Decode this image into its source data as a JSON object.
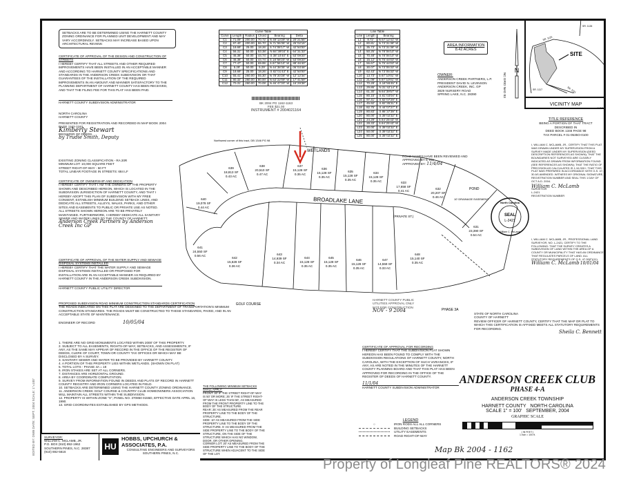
{
  "setbacks_note": "Setbacks are to be determined using the Harnett County Zoning Ordinance for Planned Unit Development and may vary accordingly. Setbacks may increase based upon architectural review.",
  "cert_streets": {
    "heading": "Certificate of approval of the design and construction of streets",
    "body": "I hereby certify that all streets and other required improvements have been installed in an acceptable manner and according to Harnett County specifications and standards in the Anderson Creek subdivision or that guarantees of the installation of the required improvements in an amount and manner satisfactory to the planning department of Harnett County has been received, and that the filing fee for this plat has been paid.",
    "signer": "Harnett County Subdivision Administrator"
  },
  "registration": {
    "state": "North Carolina",
    "county": "Harnett County",
    "text": "Presented for registration and recorded in Map Book 2004 Page 1162-1163",
    "register": "Register of Deeds",
    "signature": "Kimberly Stewart",
    "deputy": "by Trudie Smith, Deputy"
  },
  "zoning": [
    "Existing zoning classification - RA 20R",
    "Minimum lot: 10,000 square feet",
    "Street right-of-way - 50 ft",
    "Total linear footage in streets: 684 LF"
  ],
  "cert_ownership": {
    "heading": "Certificate of ownership and dedication",
    "body": "I hereby certify that I am the owners of the property shown and described hereon, which is located in the subdivision jurisdiction of Harnett County, and that I hereby adopt this plan of subdivision with my free consent, establish minimum building setback lines, and dedicate all streets, alleys, walks, parks, and other sites and easements to public or private use as noted. All streets shown hereon are to be privately maintained. Furthermore, I hereby dedicate all sanitary sewer and water lines to the county of Harnett.",
    "signature": "Anderson Creek Partners by Anderson Creek Inc GP"
  },
  "cert_water": {
    "heading": "Certificate of approval of the water supply and sewage disposal systems installed",
    "body": "I hereby certify that the water supply and sewage disposal systems installed or proposed for installation are in an acceptable manner as required by Harnett County in the Anderson Creek subdivision.",
    "signer": "Harnett County Public Utility Director"
  },
  "road_standards": {
    "heading": "Proposed subdivision road minimum construction standards certification",
    "body": "The roads indicated on this plat are designed to the Department of Transportation's minimum construction standards. The roads must be constructed to these standards, paved, and in an acceptable state of maintenance.",
    "signer": "Engineer of record",
    "date": "10/05/04"
  },
  "notes": [
    "1. There are no grid monuments located within 2000' of this property.",
    "2. Subject to all easements, rights-of-way, setbacks, and assessments, if any, as the same may appear of record in the office of the Register of Deeds, clerk of court, town or county tax offices or which may be disclosed by a survey.",
    "3. Sanitary sewer and water to be provided by Harnett County.",
    "4. A portion of this property lies within wetlands. (Shown on plat)",
    "5. Total lots - Phase 4A = 18",
    "6. Iron stakes are set at all corners.",
    "7. Distances are horizontal ground.",
    "8. Area by coordinate computation.",
    "9. Survey from information found in deeds and plats of record in Harnett County Registry and iron corners located in field.",
    "10. Setbacks are determined using the Harnett County zoning ordinance.",
    "11. Anderson Creek golf course & country club homeowners association will maintain all streets within the subdivision.",
    "12. Property is within Zone \"X\", panel no. 370850 0155D, effective date April 16, 1990.",
    "13. Grid coordinates established by GPS methods."
  ],
  "min_setbacks": {
    "heading": "The following minimum setbacks shall apply:",
    "items": [
      "Front: 30' if the street right-of-way is 50' or more; 25' if the street right-of-way is less than 50', as measured from the front property line to the body of the structure.",
      "Rear: 25' as measured from the rear property line to the body of the structure.",
      "Side: 10' as measured from the side property line to the body of the structure. 5' as measured from the side property line to the body of the structure, on the side of the structure which has no window, door, or other opening.",
      "Corner lot: 20' as measured from the side property line to the body of the structure when adjacent to the side of the lot."
    ]
  },
  "curve_table": {
    "title": "Curve Table",
    "headers": [
      "Curve",
      "Length",
      "Radius",
      "Chord",
      "Bearing",
      "Delta"
    ],
    "rows": [
      [
        "C1",
        "71.09'",
        "200.00",
        "70.72'",
        "N 49°13'29\" W",
        "20°21'55\""
      ],
      [
        "C2",
        "87.40'",
        "200.00",
        "86.70'",
        "N 71°55'35\" W",
        "25°02'15\""
      ],
      [
        "C3",
        "18.69'",
        "25.00",
        "18.26'",
        "S 74°08'17\" W",
        "42°50'00\""
      ],
      [
        "C4",
        "56.31'",
        "50.00",
        "53.38'",
        "N 84°39'03\" E",
        "64°31'33\""
      ],
      [
        "C5",
        "46.38'",
        "50.00",
        "44.74'",
        "S 38°10'40\" E",
        "53°09'20\""
      ],
      [
        "C6",
        "46.38'",
        "50.00",
        "44.74'",
        "S 18°58'20\" W",
        "53°09'20\""
      ],
      [
        "C7",
        "77.47'",
        "50.00",
        "69.95'",
        "S 87°56'10\" W",
        "88°46'40\""
      ],
      [
        "C8",
        "5.29'",
        "50.00",
        "5.29'",
        "N 44°38'35\" W",
        "06°03'48\""
      ],
      [
        "C9",
        "18.69'",
        "25.00",
        "18.26'",
        "S 82°01'43\" E",
        "42°50'00\""
      ],
      [
        "C10",
        "55.41'",
        "260.00",
        "55.30'",
        "N 78°20'28\" W",
        "12°12'34\""
      ],
      [
        "C11",
        "80.32'",
        "260.00",
        "80.00'",
        "N 63°22'09\" W",
        "17°41'59\""
      ],
      [
        "C12",
        "70.31'",
        "260.00",
        "70.09'",
        "N 46°47'20\" W",
        "15°29'38\""
      ]
    ]
  },
  "line_table": {
    "title": "Line Table",
    "headers": [
      "Line",
      "Length",
      "Bearing"
    ],
    "rows": [
      [
        "L1",
        "8.72'",
        "N 67°12'41\" W"
      ],
      [
        "L2",
        "80.81'",
        "N 73°31'38\" W"
      ],
      [
        "L3",
        "35.73'",
        "N 73°31'38\" W"
      ],
      [
        "L4",
        "50.25'",
        "N 78°06'10\" W"
      ],
      [
        "L5",
        "70.48'",
        "N 78°06'10\" W"
      ],
      [
        "L6",
        "15.12'",
        "N 75°44'03\" W"
      ],
      [
        "L7",
        "56.67'",
        "N 75°44'03\" W"
      ],
      [
        "L8",
        "30.07'",
        "N 73°05'33\" W"
      ],
      [
        "L9",
        "62.43'",
        "N 73°05'33\" W"
      ],
      [
        "L10",
        "13.73'",
        "S 87°10'01\" W"
      ],
      [
        "L11",
        "21.09'",
        "S 87°10'01\" W"
      ],
      [
        "L12",
        "70.28'",
        "S 18°55'45\" E"
      ],
      [
        "L13",
        "29.86'",
        "N 31°42'14\" E"
      ],
      [
        "L14",
        "61.30'",
        "N 84°39'57\" W"
      ],
      [
        "L15",
        "80.15'",
        "S 81°03'04\" E"
      ],
      [
        "L16",
        "97.41'",
        "S 82°07'29\" E"
      ],
      [
        "L17",
        "45.92'",
        "S 82°35'31\" E"
      ],
      [
        "L18",
        "82.75'",
        "S 44°07'27\" E"
      ],
      [
        "L19",
        "80.83'",
        "S 86°37'39\" E"
      ],
      [
        "L20",
        "80.00'",
        "S 39°02'32\" E"
      ],
      [
        "L21",
        "24.29'",
        "S 84°25'43\" W"
      ],
      [
        "L22",
        "28.33'",
        "S 84°25'43\" W"
      ],
      [
        "L23",
        "30.00'",
        "S 39°02'32\" E"
      ],
      [
        "L24",
        "50.00'",
        "S 39°02'32\" E"
      ],
      [
        "L25",
        "80.00'",
        "S 39°02'32\" E"
      ]
    ]
  },
  "area_info": {
    "heading": "Area Information",
    "value": "8.42 Acres"
  },
  "owner": {
    "heading": "Owner:",
    "lines": [
      "Anderson Creek Partners, L.P.",
      "President David N. Levinson",
      "Anderson Creek, Inc. GP",
      "3829 Nursery Road",
      "Spring Lake, N.C. 28390"
    ]
  },
  "north_arrow": {
    "label": "N",
    "datum": "NC Grid NAD 83"
  },
  "vicinity_map": {
    "title": "Vicinity Map",
    "scale": "N.T.S.",
    "site": "SITE",
    "roads": [
      "SR. 1126",
      "SR. 1125",
      "SR. 1121",
      "SR. 1117"
    ]
  },
  "road_names": {
    "text": "Road names have been reviewed and approved by E-911",
    "approved_by": "Approved By:",
    "date": "11/4/04"
  },
  "title_reference": {
    "heading": "Title Reference",
    "lines": [
      "Being a portion of that tract described in",
      "Deed Book 1346 Page 98",
      "Tax Parcel # 01-0535O-0100"
    ]
  },
  "surveyor_cert": {
    "body": "I, William C. McLamb, Jr., certify that this plat was drawn under my supervision from a survey made under my supervision (deed description references as shown); that the boundaries not surveyed are clearly indicated as drawn from information found (see references as shown); that the ratio of precision as calculated is 1:10,000+; that this plat was prepared in accordance with G.S. 47-30 as amended. Witness my original signature, registration number and seal this 1 day of Oct A.D. 2004.",
    "signature": "William C. McLamb",
    "role": "Surveyor",
    "registration": "L-2421",
    "reg_label": "Registration Number"
  },
  "seal": {
    "top": "North Carolina",
    "center": "SEAL",
    "number": "L-2421",
    "bottom": "William C. McLamb"
  },
  "surveyor_cert2": {
    "body": "I, William C. McLamb, Jr., Professional Land Surveyor, No. L-2421, certify to the following: that the survey creates a subdivision of land within the area of a county or municipality that has an ordinance that regulates parcels of land. All statutory requirements of G.S. 47-30(f)(11).",
    "signature": "William C. McLamb",
    "date": "10/01/04"
  },
  "review_officer": {
    "state": "State of North Carolina",
    "county": "County of Harnett",
    "body": "Review Officer of Harnett County, certify that the map or plat to which this certification is affixed meets all statutory requirements for recording.",
    "signature": "Sheila C. Bennett"
  },
  "cert_recording": {
    "heading": "Certificate of approval for recording",
    "body": "I hereby certify that the subdivision plat shown hereon has been found to comply with the subdivision regulations of Harnett County, North Carolina, with the exception of such variances, if any, as are noted in the minutes of the Harnett County Planning Board and that this plat has been approved for recording in the office of the Register of Deeds of Harnett County.",
    "signer": "Harnett County Subdivision Administrator",
    "date": "11/1/04"
  },
  "utility_stamp": {
    "lines": [
      "Harnett County Public",
      "Utilities Approval Only",
      "Not for Construction"
    ],
    "date": "NOV - 9 2004"
  },
  "recording_stamp": {
    "instrument": "Instrument # 2004021164",
    "book": "Bk 2004 PG 1162-1163",
    "fee": "Fee $21.00"
  },
  "drawing": {
    "street": "BROADLAKE LANE",
    "private_street": "(PRIVATE ST.)",
    "labels": [
      "WETLANDS",
      "POND",
      "GOLF COURSE",
      "PHASE 3A",
      "10' DRAINAGE EASEMENT"
    ],
    "nw_corner": "Northwest corner of this tract, DB 1346 PG 98",
    "lots": [
      {
        "no": "639",
        "area": "18,813 SF",
        "acres": "0.43 AC"
      },
      {
        "no": "638",
        "area": "20,510 SF",
        "acres": "0.47 AC"
      },
      {
        "no": "637",
        "area": "15,128 SF",
        "acres": "0.35 AC"
      },
      {
        "no": "636",
        "area": "15,128 SF",
        "acres": "0.35 AC"
      },
      {
        "no": "635",
        "area": "15,128 SF",
        "acres": "0.35 AC"
      },
      {
        "no": "634",
        "area": "15,128 SF",
        "acres": "0.35 AC"
      },
      {
        "no": "633",
        "area": "17,658 SF",
        "acres": "0.41 AC"
      },
      {
        "no": "632",
        "area": "20,207 SF",
        "acres": "0.46 AC"
      },
      {
        "no": "631",
        "area": "23,390 SF",
        "acres": "0.54 AC"
      },
      {
        "no": "640",
        "area": "19,078 SF",
        "acres": "0.44 AC"
      },
      {
        "no": "641",
        "area": "24,550 SF",
        "acres": "0.56 AC"
      },
      {
        "no": "642",
        "area": "15,628 SF",
        "acres": "0.36 AC"
      },
      {
        "no": "643",
        "area": "14,939 SF",
        "acres": "0.34 AC"
      },
      {
        "no": "644",
        "area": "15,128 SF",
        "acres": "0.35 AC"
      },
      {
        "no": "645",
        "area": "15,128 SF",
        "acres": "0.35 AC"
      },
      {
        "no": "646",
        "area": "15,128 SF",
        "acres": "0.35 AC"
      },
      {
        "no": "647",
        "area": "14,559 SF",
        "acres": "0.33 AC"
      },
      {
        "no": "648",
        "area": "15,140 SF",
        "acres": "0.35 AC"
      }
    ],
    "arrow_color": "#d42a1e"
  },
  "title_block": {
    "name": "ANDERSON CREEK CLUB",
    "phase": "PHASE 4-A",
    "township": "ANDERSON CREEK TOWNSHIP",
    "county": "HARNETT COUNTY",
    "state": "NORTH CAROLINA",
    "scale": "SCALE 1\" = 100'",
    "date": "SEPTEMBER, 2004",
    "graphic_scale": "GRAPHIC SCALE",
    "units": "( IN FEET )",
    "unit_note": "1 inch = 100 ft."
  },
  "legend": {
    "title": "LEGEND",
    "items": [
      "IRON RODS ALL ALL CORNERS",
      "BUILDING SETBACKS",
      "UTILITY EASEMENTS",
      "ROAD RIGHT-OF-WAY"
    ]
  },
  "firm": {
    "surveyor_block": [
      "Surveyor:",
      "William C. McLamb, Jr.",
      "P.O. Box (910) 892-1962",
      "Southern Pines, N.C. 28387",
      "(910) 692-5616"
    ],
    "logo": "HU",
    "name": "HOBBS, UPCHURCH & ASSOCIATES, P.A.",
    "sub": "Consulting Engineers and Surveyors",
    "city": "Southern Pines, N.C."
  },
  "margin_note": "Edited by: DWB  Date: Sept. 2004  Scale: 1\"=100'",
  "handwritten_book": "Map Bk 2004 - 1162",
  "watermark": "Property of Longleaf Pine REALTORS® 2024"
}
